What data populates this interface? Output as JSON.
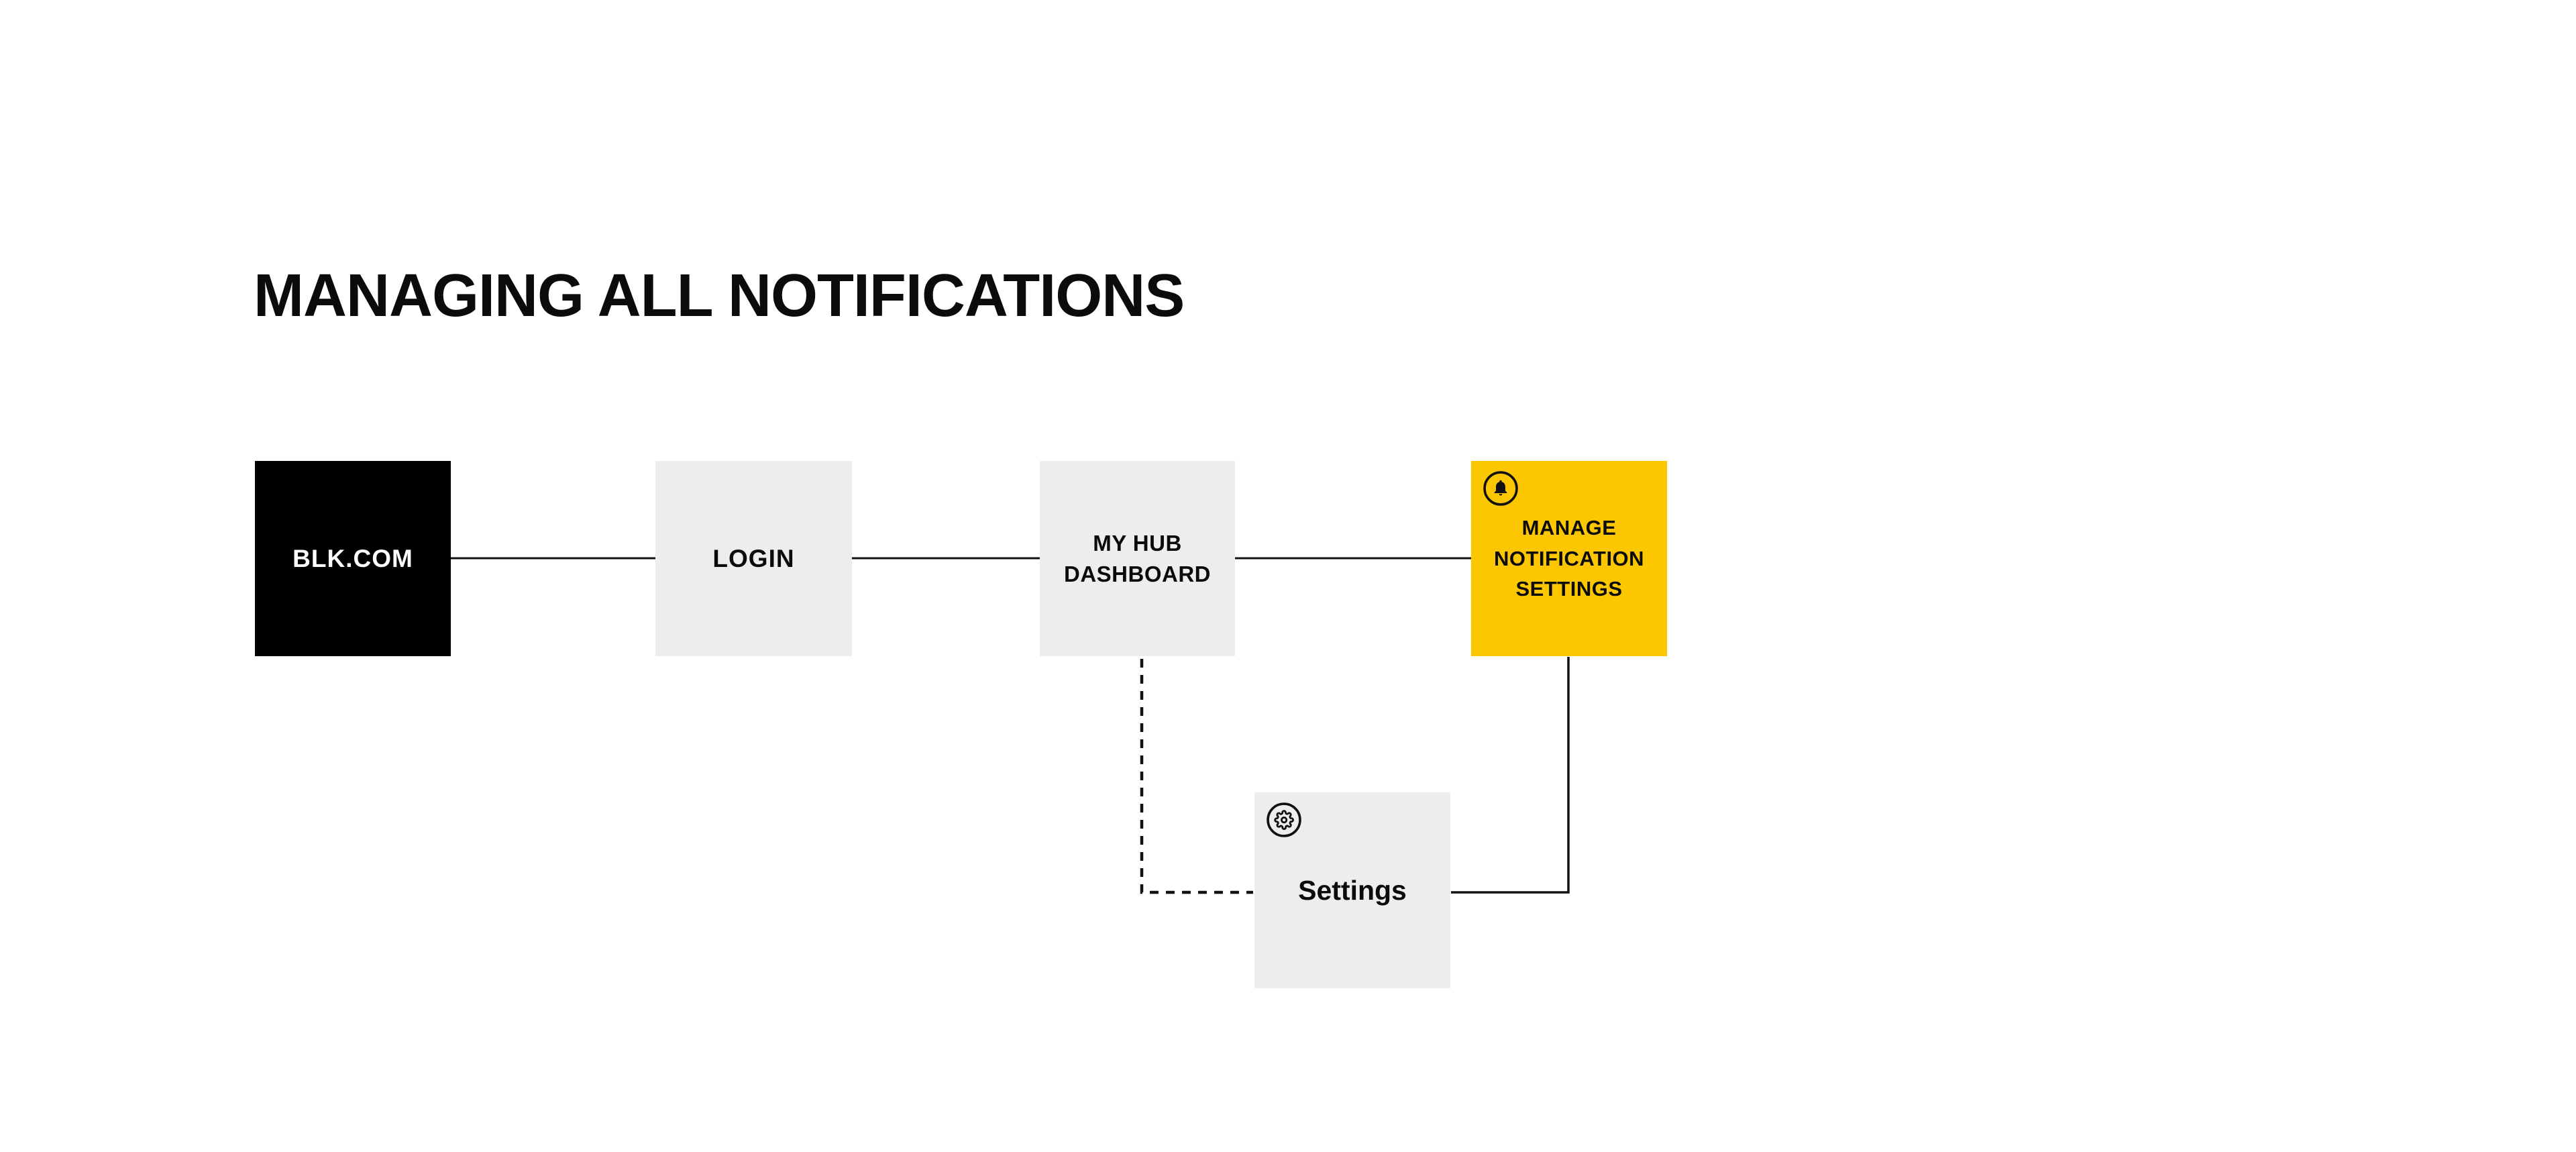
{
  "title": "MANAGING ALL NOTIFICATIONS",
  "colors": {
    "accent_yellow": "#FCC700",
    "box_gray": "#EDEDED",
    "box_black": "#000000",
    "text_dark": "#0b0b0b",
    "line": "#111111"
  },
  "nodes": {
    "blk": {
      "label": "BLK.COM"
    },
    "login": {
      "label": "LOGIN"
    },
    "myhub": {
      "lines": [
        "MY HUB",
        "DASHBOARD"
      ]
    },
    "manage": {
      "lines": [
        "MANAGE",
        "NOTIFICATION",
        "SETTINGS"
      ],
      "icon": "bell-icon"
    },
    "settings": {
      "label": "Settings",
      "icon": "gear-icon"
    }
  }
}
